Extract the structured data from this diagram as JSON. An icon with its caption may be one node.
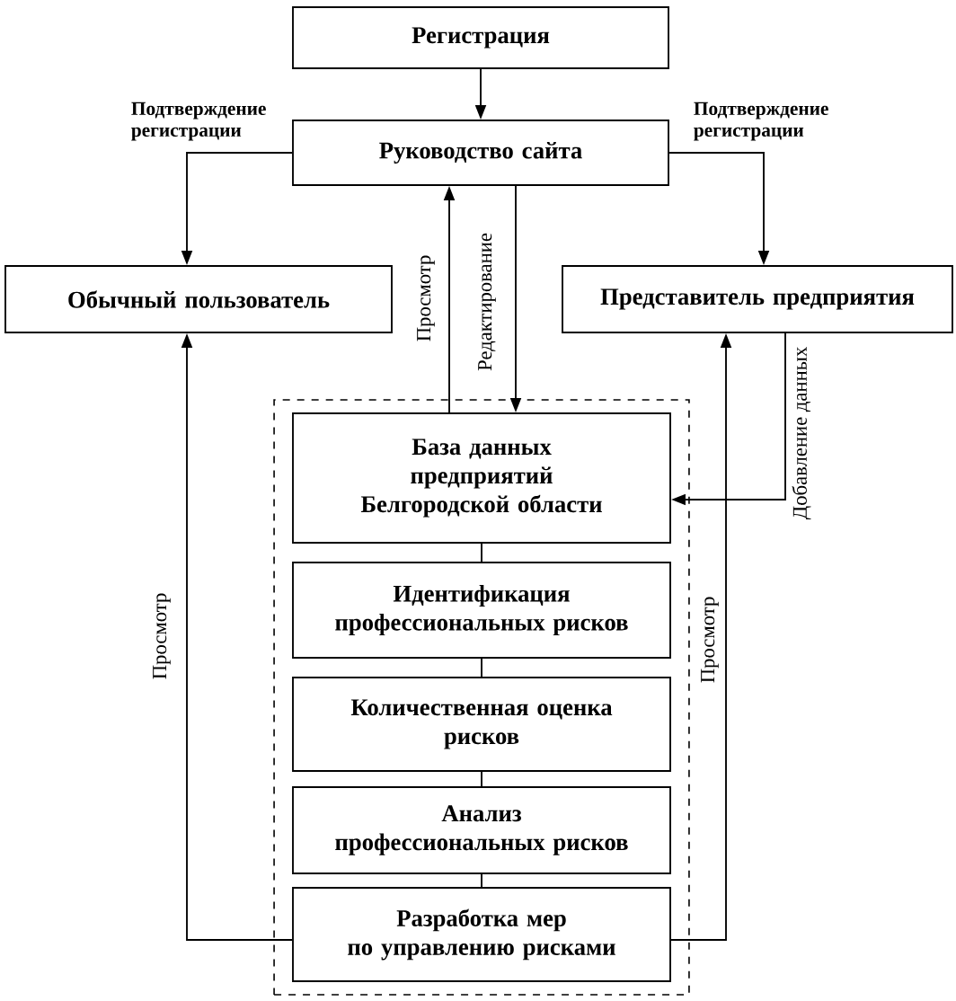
{
  "diagram": {
    "nodes": [
      {
        "text": [
          "Регистрация"
        ]
      },
      {
        "text": [
          "Руководство сайта"
        ]
      },
      {
        "text": [
          "Обычный пользователь"
        ]
      },
      {
        "text": [
          "Представитель предприятия"
        ]
      },
      {
        "text": [],
        "shape": "box"
      },
      {
        "text": [
          "База данных предприятий Белгородской области"
        ],
        "in": 4
      },
      {
        "text": [
          "Идентификация профессиональных рисков"
        ],
        "in": 4
      },
      {
        "text": [
          "Количественная оценка рисков"
        ],
        "in": 4
      },
      {
        "text": [
          "Анализ профессиональных рисков"
        ],
        "in": 4
      },
      {
        "text": [
          "Разработка мер по управлению рисками"
        ],
        "in": 4
      }
    ],
    "edges": [
      {
        "from": 0,
        "to": 1,
        "arrow": "to"
      },
      {
        "from": 1,
        "to": 2,
        "arrow": "to",
        "label": "Подтверждение регистрации"
      },
      {
        "from": 1,
        "to": 3,
        "arrow": "to",
        "label": "Подтверждение регистрации"
      },
      {
        "from": 5,
        "to": 1,
        "arrow": "to",
        "label": "Просмотр"
      },
      {
        "from": 1,
        "to": 5,
        "arrow": "to",
        "label": "Редактирование"
      },
      {
        "from": 3,
        "to": 5,
        "arrow": "to",
        "label": "Добавление данных"
      },
      {
        "from": 9,
        "to": 2,
        "arrow": "to",
        "label": "Просмотр"
      },
      {
        "from": 9,
        "to": 3,
        "arrow": "to",
        "label": "Просмотр"
      },
      {
        "from": 5,
        "to": 6,
        "arrow": "none"
      },
      {
        "from": 6,
        "to": 7,
        "arrow": "none"
      },
      {
        "from": 7,
        "to": 8,
        "arrow": "none"
      },
      {
        "from": 8,
        "to": 9,
        "arrow": "none"
      }
    ]
  }
}
